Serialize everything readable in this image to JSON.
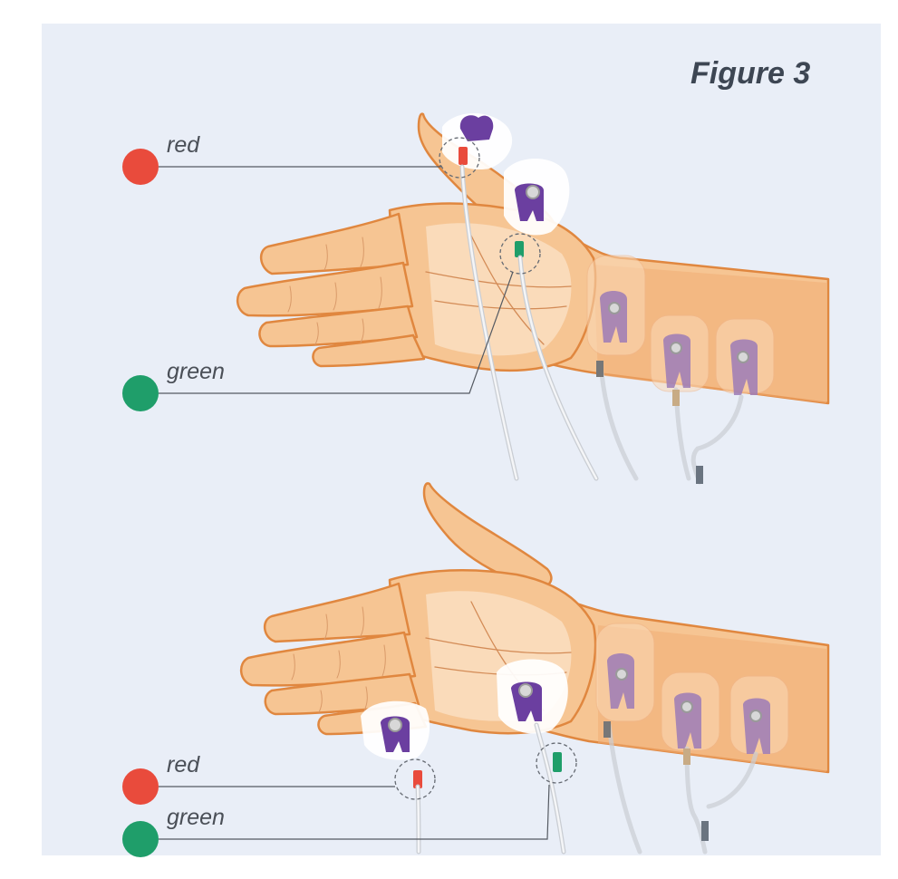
{
  "figure": {
    "title": "Figure 3",
    "panel_color": "#e9eef7"
  },
  "top_view": {
    "callouts": [
      {
        "label": "red",
        "color": "#e94b3c"
      },
      {
        "label": "green",
        "color": "#1f9e6a"
      }
    ]
  },
  "bottom_view": {
    "callouts": [
      {
        "label": "red",
        "color": "#e94b3c"
      },
      {
        "label": "green",
        "color": "#1f9e6a"
      }
    ]
  },
  "colors": {
    "skin": "#f6c593",
    "skin_outline": "#e0873f",
    "clip": "#6b3fa0",
    "red_marker": "#e94b3c",
    "green_marker": "#1f9e6a"
  }
}
